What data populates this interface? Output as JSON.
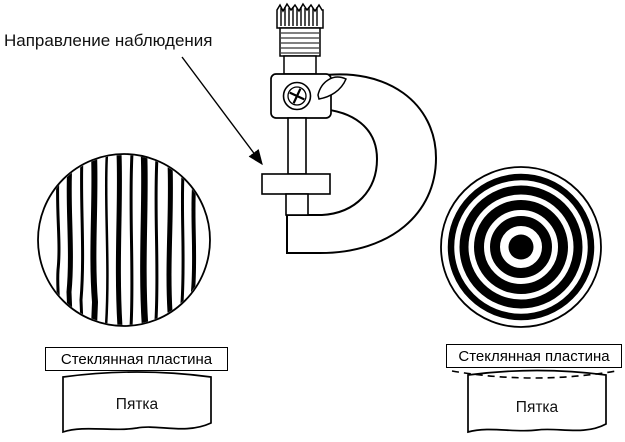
{
  "labels": {
    "observation_direction": "Направление наблюдения",
    "left_glass_plate": "Стеклянная пластина",
    "left_heel": "Пятка",
    "right_glass_plate": "Стеклянная пластина",
    "right_heel": "Пятка"
  },
  "colors": {
    "stroke": "#000000",
    "background": "#ffffff",
    "frame_fill": "#ffffff"
  }
}
